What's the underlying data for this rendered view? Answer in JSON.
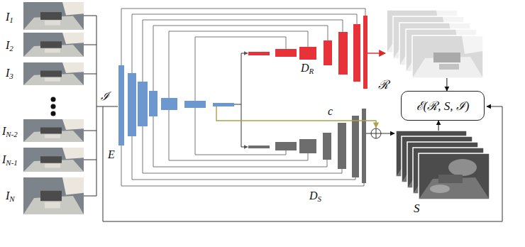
{
  "diagram": {
    "nodes": [
      {
        "text": [
          "ℛ"
        ]
      },
      {
        "text": [
          "S"
        ]
      },
      {
        "text": [
          "ℰ(ℛ, S, ℐ)"
        ]
      }
    ],
    "edges": [
      {
        "from": 0,
        "to": 2,
        "arrow": "to"
      },
      {
        "from": 1,
        "to": 2,
        "arrow": "to"
      }
    ],
    "labels": [
      "I1",
      "I2",
      "I3",
      "IN-2",
      "IN-1",
      "IN",
      "ℐ",
      "E",
      "DR",
      "DS",
      "c"
    ]
  }
}
